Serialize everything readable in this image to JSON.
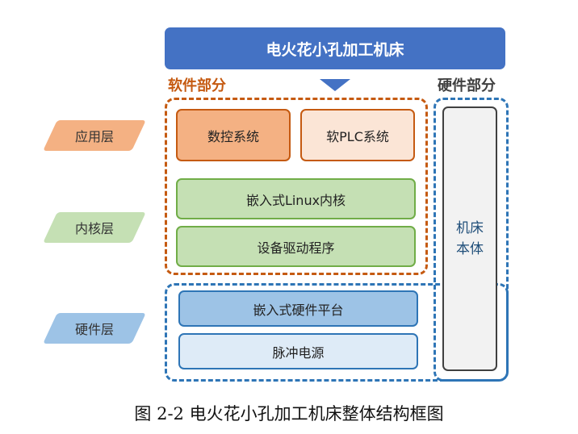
{
  "diagram": {
    "title": "电火花小孔加工机床",
    "software_section": "软件部分",
    "hardware_section": "硬件部分",
    "cnc_system": "数控系统",
    "plc_system": "软PLC系统",
    "linux_kernel": "嵌入式Linux内核",
    "device_driver": "设备驱动程序",
    "hardware_platform": "嵌入式硬件平台",
    "pulse_power": "脉冲电源",
    "machine_body_line1": "机床",
    "machine_body_line2": "本体",
    "layers": {
      "application": "应用层",
      "kernel": "内核层",
      "hardware": "硬件层"
    }
  },
  "caption": "图 2-2 电火花小孔加工机床整体结构框图",
  "colors": {
    "banner_blue": "#4472c4",
    "software_orange": "#c55a11",
    "hardware_blue": "#2e75b6",
    "app_orange": "#f4b183",
    "kernel_green": "#c5e0b4",
    "hw_blue": "#9dc3e6"
  }
}
